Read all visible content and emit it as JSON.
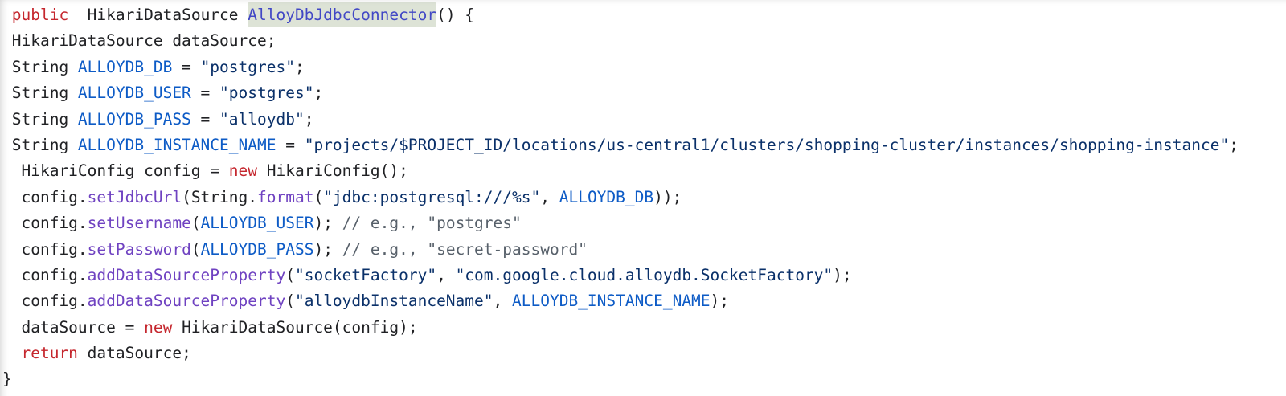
{
  "code_block": {
    "selected_symbol": "AlloyDbJdbcConnector",
    "colors": {
      "background": "#ffffff",
      "plain": "#202124",
      "keyword": "#c5272e",
      "constant": "#0d5bc6",
      "function": "#6f42c1",
      "string": "#0a3069",
      "comment": "#57606a",
      "highlight_text": "#4248c5",
      "highlight_bg": "#dde3d6"
    },
    "lines": [
      {
        "tokens": [
          [
            " ",
            "plain"
          ],
          [
            "public",
            "keyword"
          ],
          [
            "  HikariDataSource ",
            "plain"
          ],
          [
            "AlloyDbJdbcConnector",
            "highlight"
          ],
          [
            "() {",
            "plain"
          ]
        ]
      },
      {
        "tokens": [
          [
            " HikariDataSource dataSource;",
            "plain"
          ]
        ]
      },
      {
        "tokens": [
          [
            " String ",
            "plain"
          ],
          [
            "ALLOYDB_DB",
            "constant"
          ],
          [
            " = ",
            "plain"
          ],
          [
            "\"postgres\"",
            "string"
          ],
          [
            ";",
            "plain"
          ]
        ]
      },
      {
        "tokens": [
          [
            " String ",
            "plain"
          ],
          [
            "ALLOYDB_USER",
            "constant"
          ],
          [
            " = ",
            "plain"
          ],
          [
            "\"postgres\"",
            "string"
          ],
          [
            ";",
            "plain"
          ]
        ]
      },
      {
        "tokens": [
          [
            " String ",
            "plain"
          ],
          [
            "ALLOYDB_PASS",
            "constant"
          ],
          [
            " = ",
            "plain"
          ],
          [
            "\"alloydb\"",
            "string"
          ],
          [
            ";",
            "plain"
          ]
        ]
      },
      {
        "tokens": [
          [
            " String ",
            "plain"
          ],
          [
            "ALLOYDB_INSTANCE_NAME",
            "constant"
          ],
          [
            " = ",
            "plain"
          ],
          [
            "\"projects/$PROJECT_ID/locations/us-central1/clusters/shopping-cluster/instances/shopping-instance\"",
            "string"
          ],
          [
            ";",
            "plain"
          ]
        ]
      },
      {
        "tokens": [
          [
            "  HikariConfig config = ",
            "plain"
          ],
          [
            "new",
            "keyword"
          ],
          [
            " HikariConfig();",
            "plain"
          ]
        ]
      },
      {
        "tokens": [
          [
            "  config.",
            "plain"
          ],
          [
            "setJdbcUrl",
            "function"
          ],
          [
            "(String.",
            "plain"
          ],
          [
            "format",
            "function"
          ],
          [
            "(",
            "plain"
          ],
          [
            "\"jdbc:postgresql:///%s\"",
            "string"
          ],
          [
            ", ",
            "plain"
          ],
          [
            "ALLOYDB_DB",
            "constant"
          ],
          [
            "));",
            "plain"
          ]
        ]
      },
      {
        "tokens": [
          [
            "  config.",
            "plain"
          ],
          [
            "setUsername",
            "function"
          ],
          [
            "(",
            "plain"
          ],
          [
            "ALLOYDB_USER",
            "constant"
          ],
          [
            "); ",
            "plain"
          ],
          [
            "// e.g., \"postgres\"",
            "comment"
          ]
        ]
      },
      {
        "tokens": [
          [
            "  config.",
            "plain"
          ],
          [
            "setPassword",
            "function"
          ],
          [
            "(",
            "plain"
          ],
          [
            "ALLOYDB_PASS",
            "constant"
          ],
          [
            "); ",
            "plain"
          ],
          [
            "// e.g., \"secret-password\"",
            "comment"
          ]
        ]
      },
      {
        "tokens": [
          [
            "  config.",
            "plain"
          ],
          [
            "addDataSourceProperty",
            "function"
          ],
          [
            "(",
            "plain"
          ],
          [
            "\"socketFactory\"",
            "string"
          ],
          [
            ", ",
            "plain"
          ],
          [
            "\"com.google.cloud.alloydb.SocketFactory\"",
            "string"
          ],
          [
            ");",
            "plain"
          ]
        ]
      },
      {
        "tokens": [
          [
            "  config.",
            "plain"
          ],
          [
            "addDataSourceProperty",
            "function"
          ],
          [
            "(",
            "plain"
          ],
          [
            "\"alloydbInstanceName\"",
            "string"
          ],
          [
            ", ",
            "plain"
          ],
          [
            "ALLOYDB_INSTANCE_NAME",
            "constant"
          ],
          [
            ");",
            "plain"
          ]
        ]
      },
      {
        "tokens": [
          [
            "  dataSource = ",
            "plain"
          ],
          [
            "new",
            "keyword"
          ],
          [
            " HikariDataSource(config);",
            "plain"
          ]
        ]
      },
      {
        "tokens": [
          [
            "  ",
            "plain"
          ],
          [
            "return",
            "keyword"
          ],
          [
            " dataSource;",
            "plain"
          ]
        ]
      },
      {
        "tokens": [
          [
            "}",
            "plain"
          ]
        ]
      }
    ]
  }
}
